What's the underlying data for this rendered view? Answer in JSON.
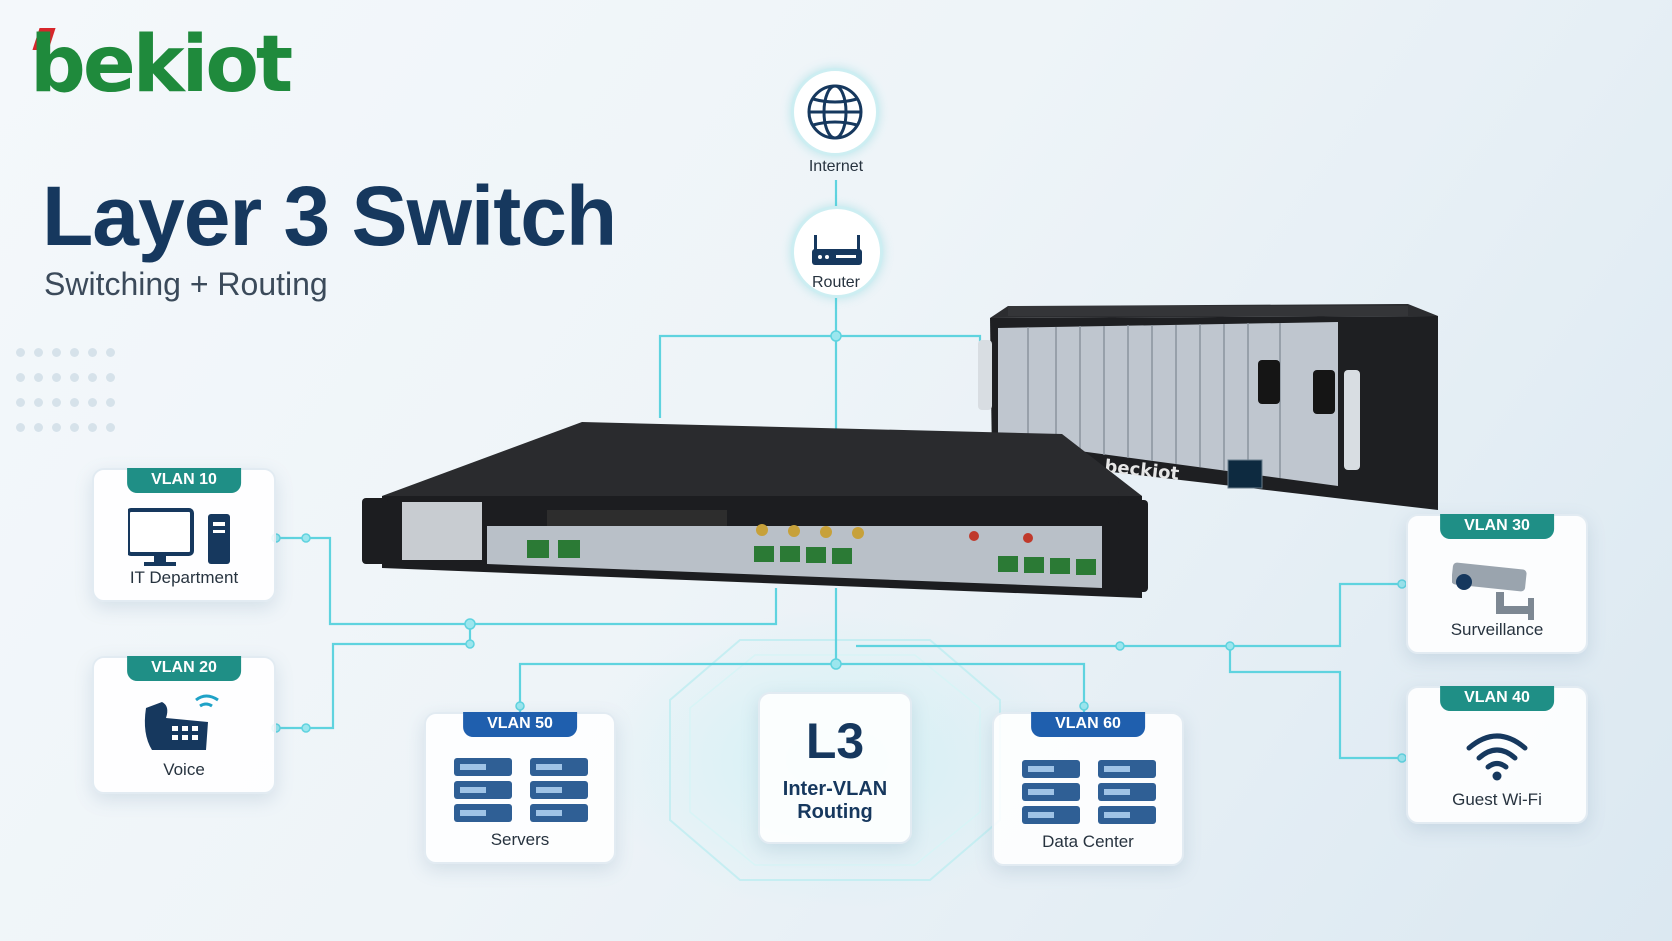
{
  "brand": {
    "logo_text": "bekiot",
    "device_brand": "beckiot"
  },
  "header": {
    "title": "Layer 3 Switch",
    "subtitle": "Switching + Routing"
  },
  "top_nodes": [
    {
      "label": "Internet",
      "icon": "globe-icon"
    },
    {
      "label": "Router",
      "icon": "router-icon"
    }
  ],
  "vlans": [
    {
      "tag": "VLAN 10",
      "label": "IT Department",
      "icon": "desktop-computer-icon"
    },
    {
      "tag": "VLAN 20",
      "label": "Voice",
      "icon": "ip-phone-icon"
    },
    {
      "tag": "VLAN 50",
      "label": "Servers",
      "icon": "server-rack-icon"
    },
    {
      "tag": "VLAN 60",
      "label": "Data Center",
      "icon": "server-rack-icon"
    },
    {
      "tag": "VLAN 30",
      "label": "Surveillance",
      "icon": "security-camera-icon"
    },
    {
      "tag": "VLAN 40",
      "label": "Guest Wi-Fi",
      "icon": "wifi-icon"
    }
  ],
  "center": {
    "big": "L3",
    "line1": "Inter-VLAN",
    "line2": "Routing"
  },
  "colors": {
    "title": "#16385e",
    "tag_green": "#1f8f86",
    "tag_blue": "#1f5fae",
    "line": "#5fd3df",
    "logo": "#1f8a3c"
  }
}
